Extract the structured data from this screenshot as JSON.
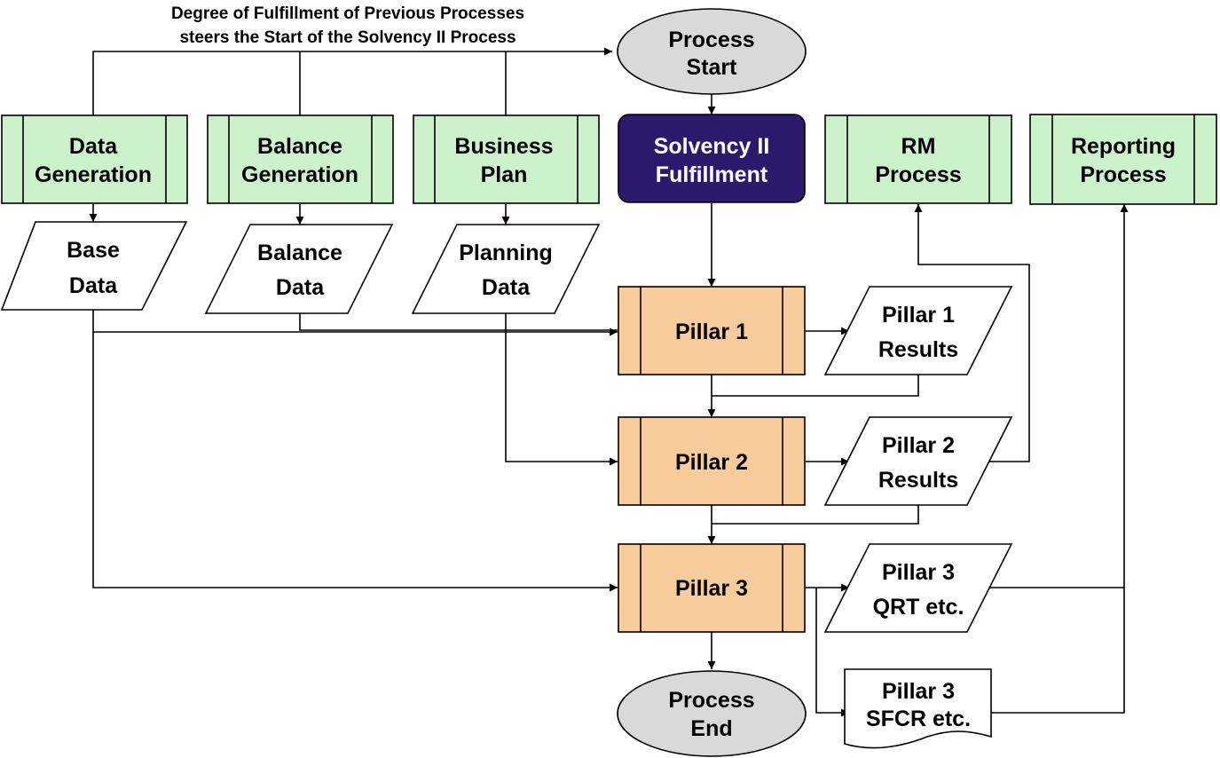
{
  "caption": {
    "line1": "Degree of Fulfillment of Previous Processes",
    "line2": "steers the Start of the Solvency II Process"
  },
  "process_start": {
    "line1": "Process",
    "line2": "Start"
  },
  "process_end": {
    "line1": "Process",
    "line2": "End"
  },
  "processes": {
    "data_generation": {
      "line1": "Data",
      "line2": "Generation"
    },
    "balance_generation": {
      "line1": "Balance",
      "line2": "Generation"
    },
    "business_plan": {
      "line1": "Business",
      "line2": "Plan"
    },
    "solvency": {
      "line1": "Solvency II",
      "line2": "Fulfillment"
    },
    "rm_process": {
      "line1": "RM",
      "line2": "Process"
    },
    "reporting_process": {
      "line1": "Reporting",
      "line2": "Process"
    }
  },
  "data_items": {
    "base_data": {
      "line1": "Base",
      "line2": "Data"
    },
    "balance_data": {
      "line1": "Balance",
      "line2": "Data"
    },
    "planning_data": {
      "line1": "Planning",
      "line2": "Data"
    }
  },
  "pillars": {
    "pillar1": "Pillar 1",
    "pillar2": "Pillar 2",
    "pillar3": "Pillar 3"
  },
  "results": {
    "pillar1_results": {
      "line1": "Pillar 1",
      "line2": "Results"
    },
    "pillar2_results": {
      "line1": "Pillar 2",
      "line2": "Results"
    },
    "pillar3_qrt": {
      "line1": "Pillar 3",
      "line2": "QRT etc."
    },
    "pillar3_sfcr": {
      "line1": "Pillar 3",
      "line2": "SFCR etc."
    }
  },
  "colors": {
    "process_green": "#ccf2cc",
    "pillar_orange": "#f9cc9c",
    "solvency_purple": "#2b1a6b",
    "terminal_gray": "#d9d9d9"
  }
}
